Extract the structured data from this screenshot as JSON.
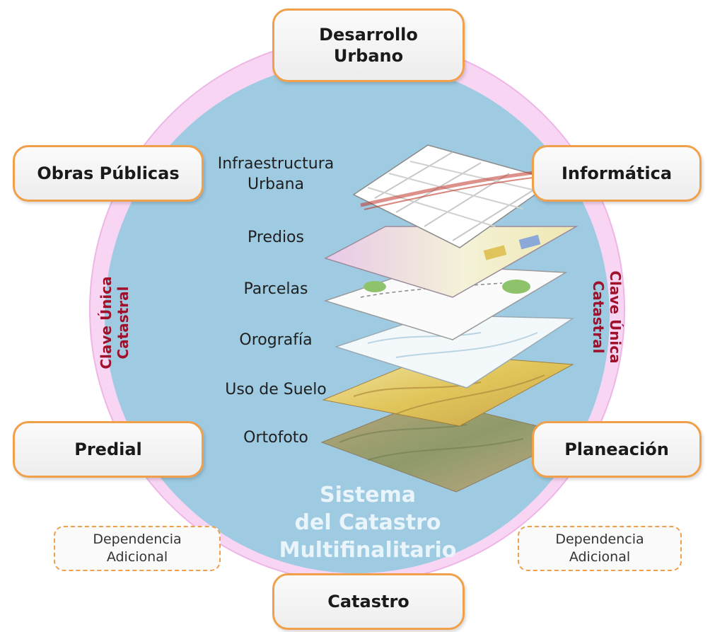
{
  "departments": {
    "desarrollo": "Desarrollo\nUrbano",
    "obras": "Obras Públicas",
    "informatica": "Informática",
    "predial": "Predial",
    "planeacion": "Planeación",
    "catastro": "Catastro"
  },
  "additional": {
    "left": "Dependencia\nAdicional",
    "right": "Dependencia\nAdicional"
  },
  "layers": {
    "infraestructura": "Infraestructura\nUrbana",
    "predios": "Predios",
    "parcelas": "Parcelas",
    "orografia": "Orografía",
    "uso_suelo": "Uso de Suelo",
    "ortofoto": "Ortofoto"
  },
  "clave": {
    "left": "Clave Única\nCatastral",
    "right": "Clave Única\nCatastral"
  },
  "system_title": "Sistema\ndel Catastro\nMultifinalitario",
  "colors": {
    "ring": "#f8d6f3",
    "circle": "#9ecbe2",
    "box_border": "#f0a04b",
    "clave_text": "#a0102a"
  }
}
